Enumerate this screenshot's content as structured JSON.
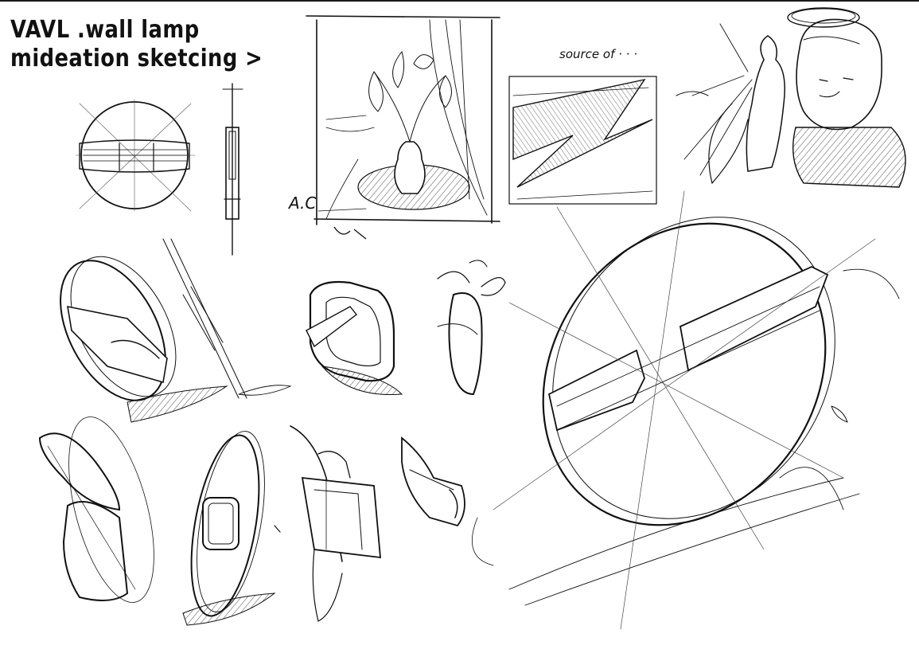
{
  "title": {
    "line1": "VAVL .wall lamp",
    "line2": "mideation sketcing >"
  },
  "annotations": {
    "source": "source of  · · ·",
    "initials": "A.C"
  },
  "colors": {
    "ink": "#111111",
    "light_ink": "#555555",
    "paper": "#ffffff"
  }
}
